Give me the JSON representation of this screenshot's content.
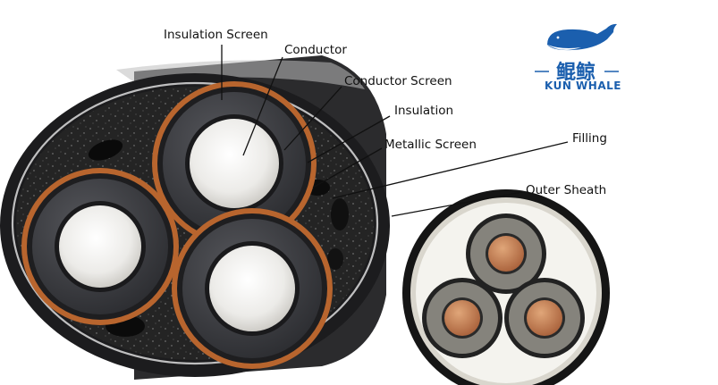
{
  "labels": {
    "insulation_screen": "Insulation Screen",
    "conductor": "Conductor",
    "conductor_screen": "Conductor Screen",
    "insulation": "Insulation",
    "metallic_screen": "Metallic Screen",
    "filling": "Filling",
    "outer_sheath": "Outer Sheath"
  },
  "logo": {
    "chinese": "鲲鲸",
    "english": "KUN WHALE",
    "icon": "whale-icon",
    "color": "#1b5fae"
  },
  "colors": {
    "sheath": "#1c1c1e",
    "filling": "#232323",
    "copper_tape": "#b8652e",
    "insulation": "#3a3b3f",
    "conductor": "#eeeeec",
    "copper_core": "#c98a5b"
  }
}
